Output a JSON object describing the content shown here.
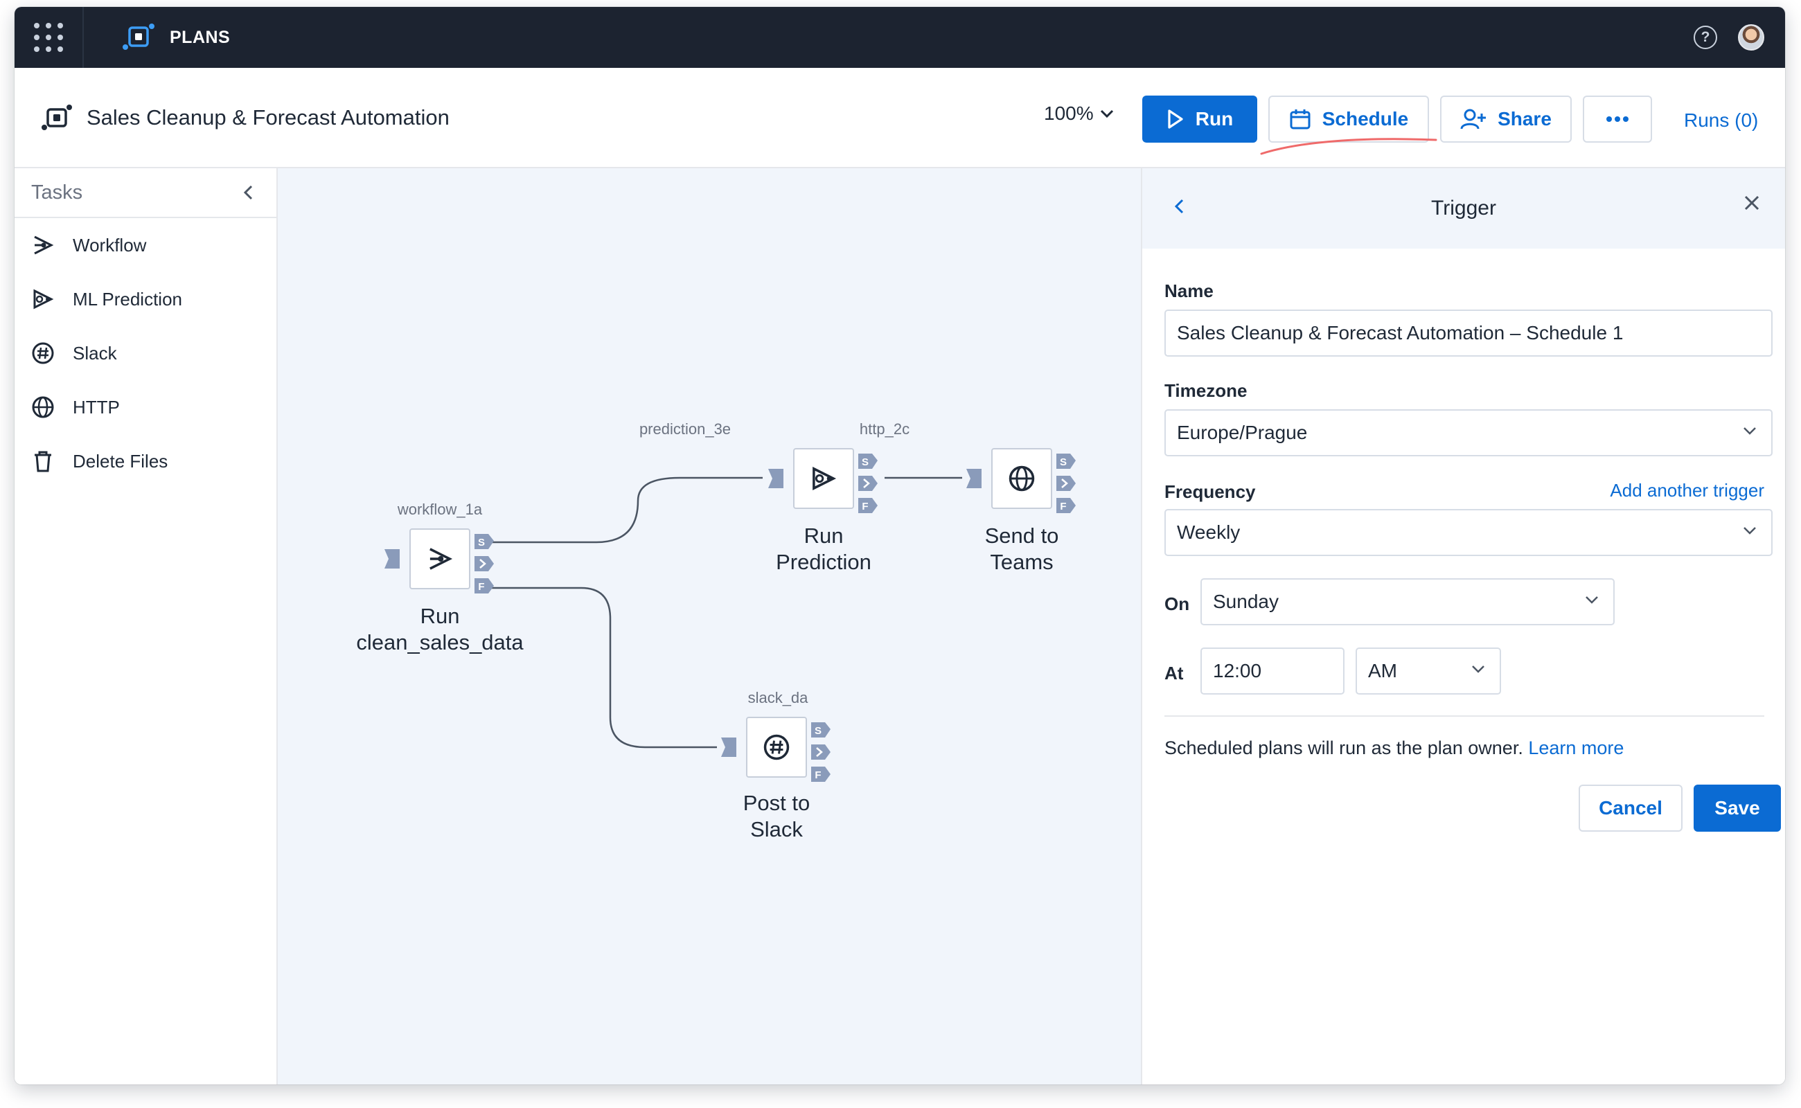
{
  "topbar": {
    "app_label": "PLANS"
  },
  "header": {
    "plan_title": "Sales Cleanup & Forecast Automation",
    "zoom": "100%",
    "run_label": "Run",
    "schedule_label": "Schedule",
    "share_label": "Share",
    "runs_label": "Runs (0)"
  },
  "sidebar": {
    "title": "Tasks",
    "items": [
      {
        "label": "Workflow",
        "icon": "workflow-icon"
      },
      {
        "label": "ML Prediction",
        "icon": "ml-prediction-icon"
      },
      {
        "label": "Slack",
        "icon": "slack-icon"
      },
      {
        "label": "HTTP",
        "icon": "globe-icon"
      },
      {
        "label": "Delete Files",
        "icon": "trash-icon"
      }
    ]
  },
  "canvas": {
    "nodes": [
      {
        "id": "workflow_1a",
        "label_line1": "Run",
        "label_line2": "clean_sales_data"
      },
      {
        "id": "prediction_3e",
        "label_line1": "Run",
        "label_line2": "Prediction"
      },
      {
        "id": "http_2c",
        "label_line1": "Send to",
        "label_line2": "Teams"
      },
      {
        "id": "slack_da",
        "label_line1": "Post to",
        "label_line2": "Slack"
      }
    ],
    "port_labels": [
      "S",
      "F"
    ]
  },
  "panel": {
    "title": "Trigger",
    "name_label": "Name",
    "name_value": "Sales Cleanup & Forecast Automation – Schedule 1",
    "timezone_label": "Timezone",
    "timezone_value": "Europe/Prague",
    "frequency_label": "Frequency",
    "add_trigger_label": "Add another trigger",
    "frequency_value": "Weekly",
    "on_label": "On",
    "on_value": "Sunday",
    "at_label": "At",
    "time_value": "12:00",
    "ampm_value": "AM",
    "note_text": "Scheduled plans will run as the plan owner.",
    "learn_more": "Learn more",
    "cancel_label": "Cancel",
    "save_label": "Save"
  },
  "colors": {
    "accent": "#0b6bd3",
    "topbar": "#1c2330",
    "canvas_bg": "#f1f5fb",
    "node_port": "#8a9bba",
    "annotation": "#ef6a6a"
  }
}
